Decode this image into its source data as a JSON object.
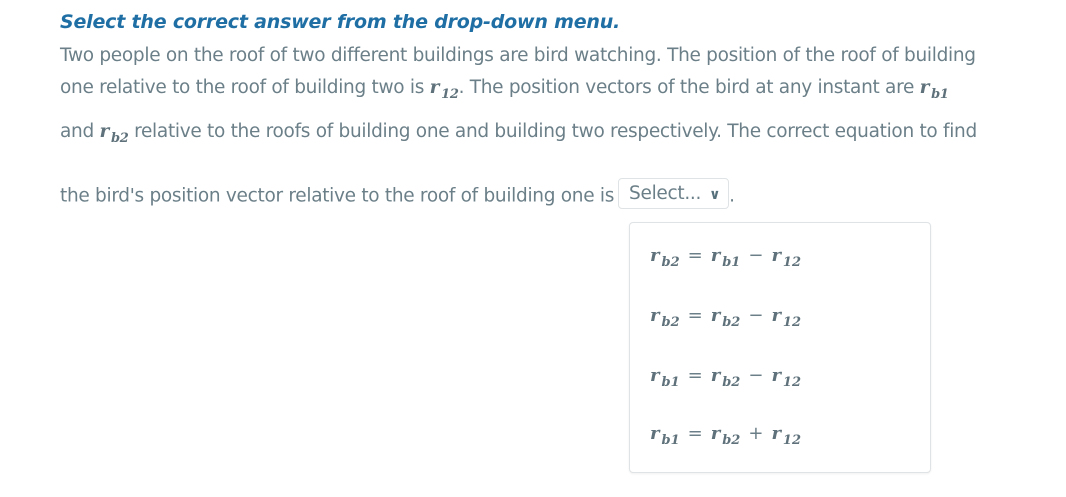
{
  "instruction": "Select the correct answer from the drop-down menu.",
  "paragraph": {
    "line1": "Two people on the roof of two different buildings are bird watching. The position of the roof of building",
    "line2_pre": "one relative to the roof of building two is ",
    "line2_mid": ". The position vectors of the bird at any instant are ",
    "line3_pre": "and ",
    "line3_post": " relative to the roofs of building one and building two respectively. The correct equation to find",
    "line4_pre": "the bird's position vector relative to the roof of building one is",
    "line4_post": "."
  },
  "vectors": {
    "r": "r",
    "s12": "12",
    "sb1": "b1",
    "sb2": "b2"
  },
  "dropdown": {
    "placeholder": "Select...",
    "chevron_icon": "chevron-down-icon",
    "options": [
      {
        "lhs": "b2",
        "rhs1": "b1",
        "op": "−",
        "rhs2": "12"
      },
      {
        "lhs": "b2",
        "rhs1": "b2",
        "op": "−",
        "rhs2": "12"
      },
      {
        "lhs": "b1",
        "rhs1": "b2",
        "op": "−",
        "rhs2": "12"
      },
      {
        "lhs": "b1",
        "rhs1": "b2",
        "op": "+",
        "rhs2": "12"
      }
    ],
    "eq": "="
  }
}
